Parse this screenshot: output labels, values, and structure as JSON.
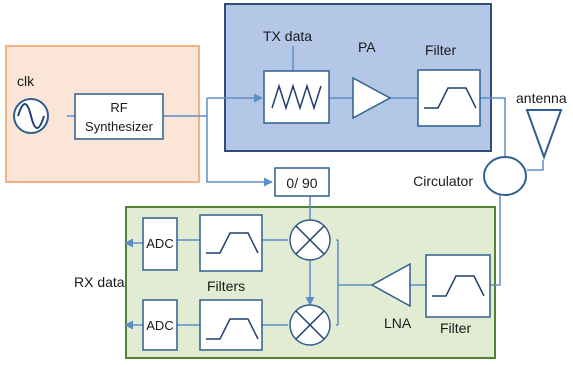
{
  "labels": {
    "clk": "clk",
    "rf_synth_line1": "RF",
    "rf_synth_line2": "Synthesizer",
    "tx_data": "TX data",
    "pa": "PA",
    "tx_filter": "Filter",
    "antenna": "antenna",
    "circulator": "Circulator",
    "phase_shift": "0/ 90",
    "rx_data": "RX data",
    "adc_top": "ADC",
    "adc_bottom": "ADC",
    "filters": "Filters",
    "lna": "LNA",
    "rx_filter": "Filter"
  },
  "colors": {
    "synth_region_fill": "#fbe5d6",
    "synth_region_stroke": "#f4b183",
    "tx_region_fill": "#b4c7e7",
    "tx_region_stroke": "#2f4e7a",
    "rx_region_fill": "#e2ecd3",
    "rx_region_stroke": "#548235",
    "signal_line": "#5b8fc9",
    "block_stroke": "#2f5f8f"
  }
}
